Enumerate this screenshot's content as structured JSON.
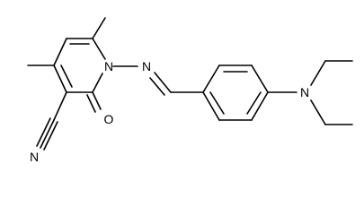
{
  "molecule": {
    "atoms": {
      "ring_nitrogen": "N",
      "imine_nitrogen": "N",
      "amine_nitrogen": "N",
      "carbonyl_oxygen": "O",
      "nitrile_nitrogen": "N"
    },
    "colors": {
      "bond": "#000000",
      "label": "#000000",
      "background": "#ffffff"
    }
  }
}
